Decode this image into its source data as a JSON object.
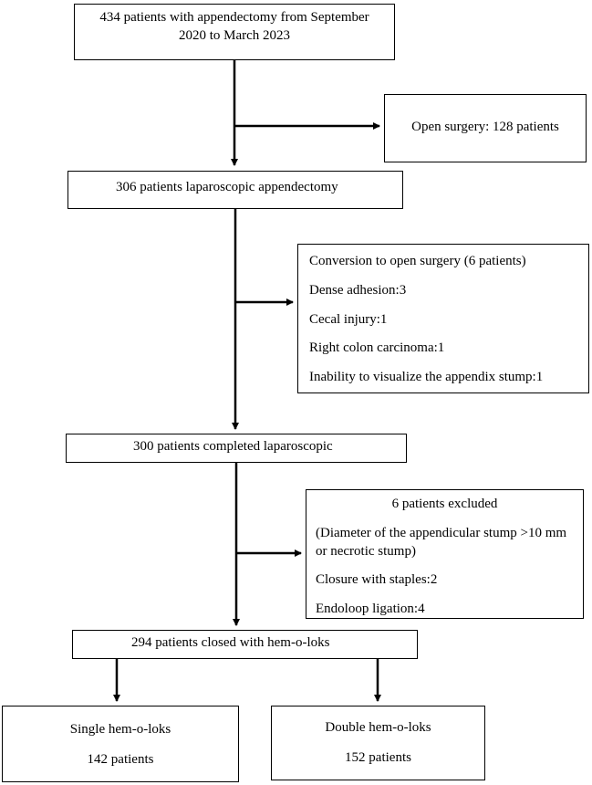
{
  "flowchart": {
    "start": {
      "line1": "434 patients with appendectomy from September",
      "line2": "2020 to March 2023"
    },
    "open_surgery": "Open surgery: 128 patients",
    "laparoscopic": "306 patients laparoscopic appendectomy",
    "conversion": {
      "title": "Conversion to open surgery (6 patients)",
      "items": [
        "Dense adhesion:3",
        "Cecal injury:1",
        "Right colon carcinoma:1",
        "Inability to visualize the appendix stump:1"
      ]
    },
    "completed": "300 patients completed laparoscopic",
    "excluded": {
      "title": "6 patients excluded",
      "reason_line1": "(Diameter of the appendicular stump >10 mm",
      "reason_line2": "or necrotic stump)",
      "items": [
        "Closure with staples:2",
        "Endoloop ligation:4"
      ]
    },
    "closed": "294 patients closed with hem-o-loks",
    "single": {
      "label": "Single hem-o-loks",
      "count": "142 patients"
    },
    "double": {
      "label": "Double hem-o-loks",
      "count": "152 patients"
    }
  }
}
